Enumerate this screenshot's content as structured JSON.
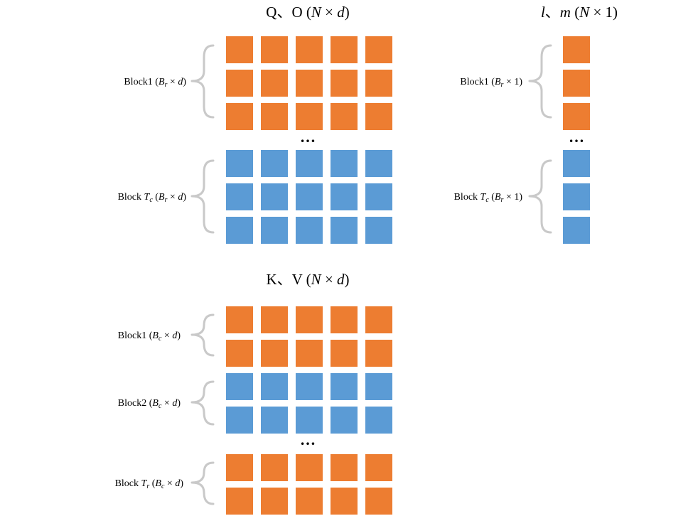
{
  "colors": {
    "orange": "#ED7D31",
    "blue": "#5B9BD5",
    "brace": "#C9C9C9"
  },
  "qo": {
    "title": {
      "main": "Q、O (",
      "n": "N",
      "times": " × ",
      "d": "d",
      "close": ")"
    },
    "dots": "…",
    "block_first": {
      "pre": "Block1 (",
      "b": "B",
      "sub": "r",
      "post": " × ",
      "d": "d",
      "close": ")"
    },
    "block_last": {
      "pre": "Block ",
      "t": "T",
      "tsub": "c",
      "mid": " (",
      "b": "B",
      "sub": "r",
      "post": " × ",
      "d": "d",
      "close": ")"
    }
  },
  "lm": {
    "title": {
      "l": "l",
      "sep": "、",
      "m": "m",
      "open": " (",
      "n": "N",
      "rest": " × 1)"
    },
    "dots": "…",
    "block_first": {
      "pre": "Block1 (",
      "b": "B",
      "sub": "r",
      "post": " × 1)"
    },
    "block_last": {
      "pre": "Block ",
      "t": "T",
      "tsub": "c",
      "mid": " (",
      "b": "B",
      "sub": "r",
      "post": " × 1)"
    }
  },
  "kv": {
    "title": {
      "main": "K、V (",
      "n": "N",
      "times": " × ",
      "d": "d",
      "close": ")"
    },
    "dots": "…",
    "block1": {
      "pre": "Block1 (",
      "b": "B",
      "sub": "c",
      "post": " × ",
      "d": "d",
      "close": ")"
    },
    "block2": {
      "pre": "Block2 (",
      "b": "B",
      "sub": "c",
      "post": " × ",
      "d": "d",
      "close": ")"
    },
    "block_last": {
      "pre": "Block ",
      "t": "T",
      "tsub": "r",
      "mid": " (",
      "b": "B",
      "sub": "c",
      "post": " × ",
      "d": "d",
      "close": ")"
    }
  }
}
